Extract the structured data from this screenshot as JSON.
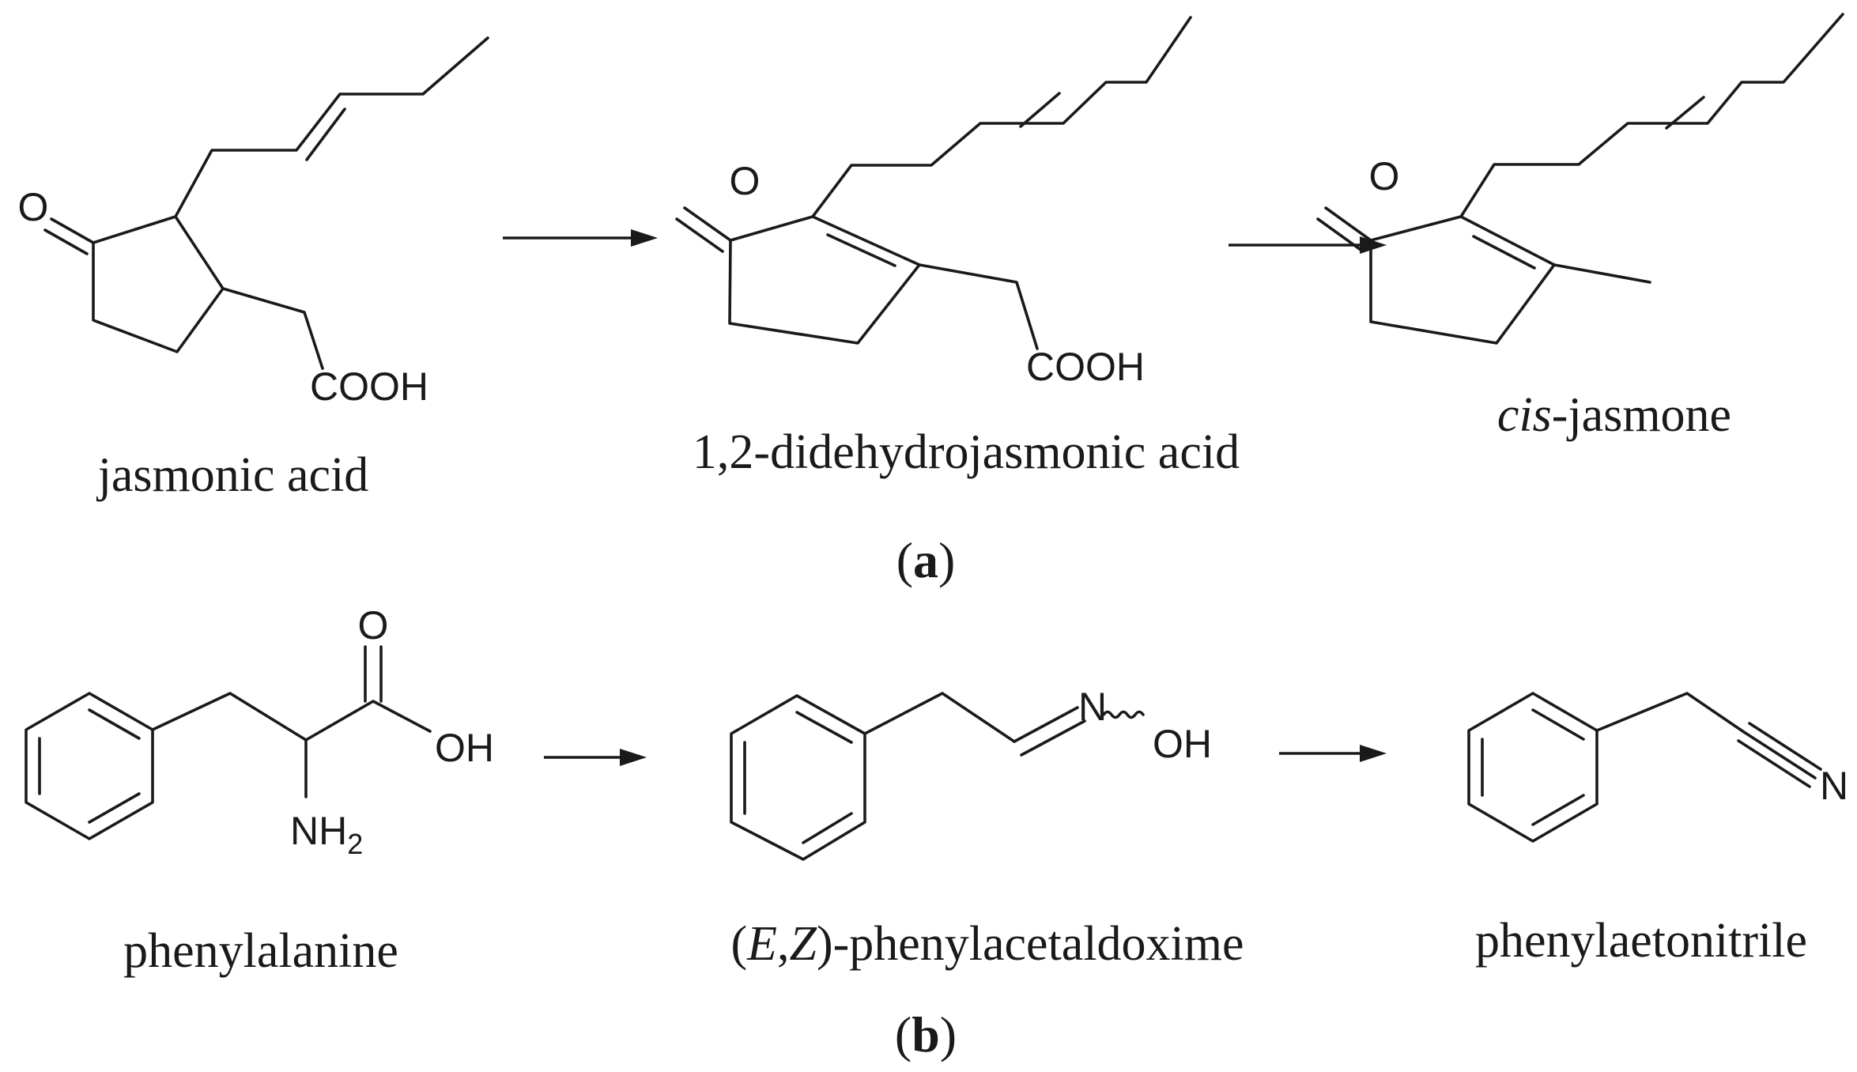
{
  "panels": {
    "a": {
      "open": "(",
      "letter": "a",
      "close": ")"
    },
    "b": {
      "open": "(",
      "letter": "b",
      "close": ")"
    }
  },
  "compounds": {
    "jasmonic_acid": {
      "name": "jasmonic acid",
      "carbonyl": "O",
      "acid": "COOH"
    },
    "didehydrojasmonic_acid": {
      "name": "1,2-didehydrojasmonic acid",
      "carbonyl": "O",
      "acid": "COOH"
    },
    "cis_jasmone": {
      "name_prefix": "cis",
      "name_rest": "-jasmone",
      "carbonyl": "O"
    },
    "phenylalanine": {
      "name": "phenylalanine",
      "carbonyl": "O",
      "hydroxyl": "OH",
      "amine": "NH",
      "amine_sub": "2"
    },
    "phenylacetaldoxime": {
      "name_open": "(",
      "name_e": "E",
      "name_comma": ",",
      "name_z": "Z",
      "name_rest": ")-phenylacetaldoxime",
      "nitrogen": "N",
      "hydroxyl": "OH"
    },
    "phenylacetonitrile": {
      "name": "phenylaetonitrile",
      "nitrogen": "N"
    }
  }
}
